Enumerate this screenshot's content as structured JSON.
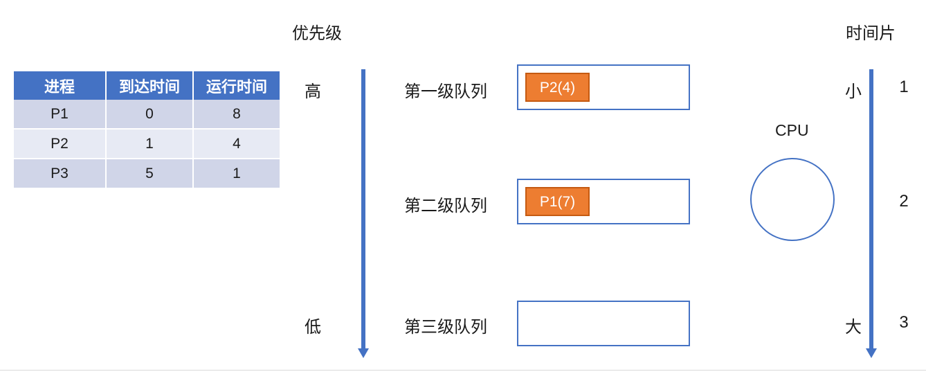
{
  "captions": {
    "priority": "优先级",
    "timeslice": "时间片"
  },
  "table": {
    "headers": [
      "进程",
      "到达时间",
      "运行时间"
    ],
    "rows": [
      {
        "process": "P1",
        "arrival": "0",
        "burst": "8"
      },
      {
        "process": "P2",
        "arrival": "1",
        "burst": "4"
      },
      {
        "process": "P3",
        "arrival": "5",
        "burst": "1"
      }
    ]
  },
  "priority_axis": {
    "high_label": "高",
    "low_label": "低"
  },
  "timeslice_axis": {
    "small_label": "小",
    "large_label": "大",
    "values": [
      "1",
      "2",
      "3"
    ]
  },
  "queues": [
    {
      "label": "第一级队列",
      "process": "P2(4)"
    },
    {
      "label": "第二级队列",
      "process": "P1(7)"
    },
    {
      "label": "第三级队列",
      "process": ""
    }
  ],
  "cpu": {
    "label": "CPU"
  },
  "colors": {
    "accent_blue": "#4472C4",
    "table_header_blue": "#4472C4",
    "row_odd": "#D0D5E8",
    "row_even": "#E7EAF4",
    "process_orange": "#ED7D31",
    "process_orange_border": "#C55A11"
  }
}
